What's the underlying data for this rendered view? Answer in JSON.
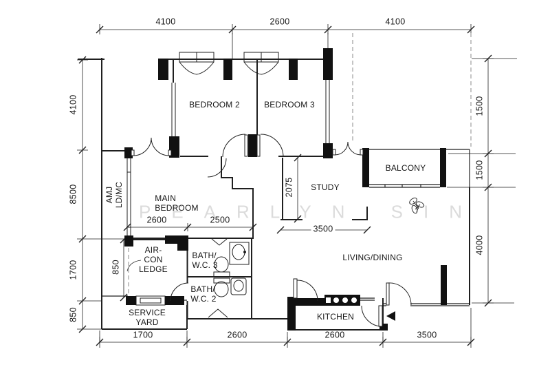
{
  "rooms": {
    "bedroom2": "BEDROOM 2",
    "bedroom3": "BEDROOM 3",
    "main_bedroom": "MAIN\nBEDROOM",
    "study": "STUDY",
    "balcony": "BALCONY",
    "living_dining": "LIVING/DINING",
    "kitchen": "KITCHEN",
    "air_con_ledge": "AIR-\nCON\nLEDGE",
    "bath_wc3": "BATH/\nW.C. 3",
    "bath_wc2": "BATH/\nW.C. 2",
    "service_yard": "SERVICE\nYARD",
    "amj_shaft": "AMJ\nLD/MC"
  },
  "dimensions": {
    "top": [
      "4100",
      "2600",
      "4100"
    ],
    "left": [
      "4100",
      "8500",
      "1700",
      "850"
    ],
    "right": [
      "1500",
      "1500",
      "4000"
    ],
    "bottom": [
      "1700",
      "2600",
      "2600",
      "3500"
    ],
    "interior": {
      "main_bedroom_left": "2600",
      "main_bedroom_right": "2500",
      "aircon_depth": "850",
      "study_depth": "2075",
      "study_width": "3500"
    }
  },
  "watermark": "PEARLYN SIN",
  "icons": {
    "entry_arrow": "solid left-pointing triangle at main entrance",
    "plant": "plant scribble outside balcony",
    "stove": "cooktop with three burners",
    "toilet": "wc bowl with cistern",
    "sink": "wash basin",
    "shower": "shower corner chevron"
  },
  "colors": {
    "line": "#1f1f1f",
    "wall_fill": "#111111",
    "watermark": "#dbdbdb",
    "background": "#ffffff"
  }
}
